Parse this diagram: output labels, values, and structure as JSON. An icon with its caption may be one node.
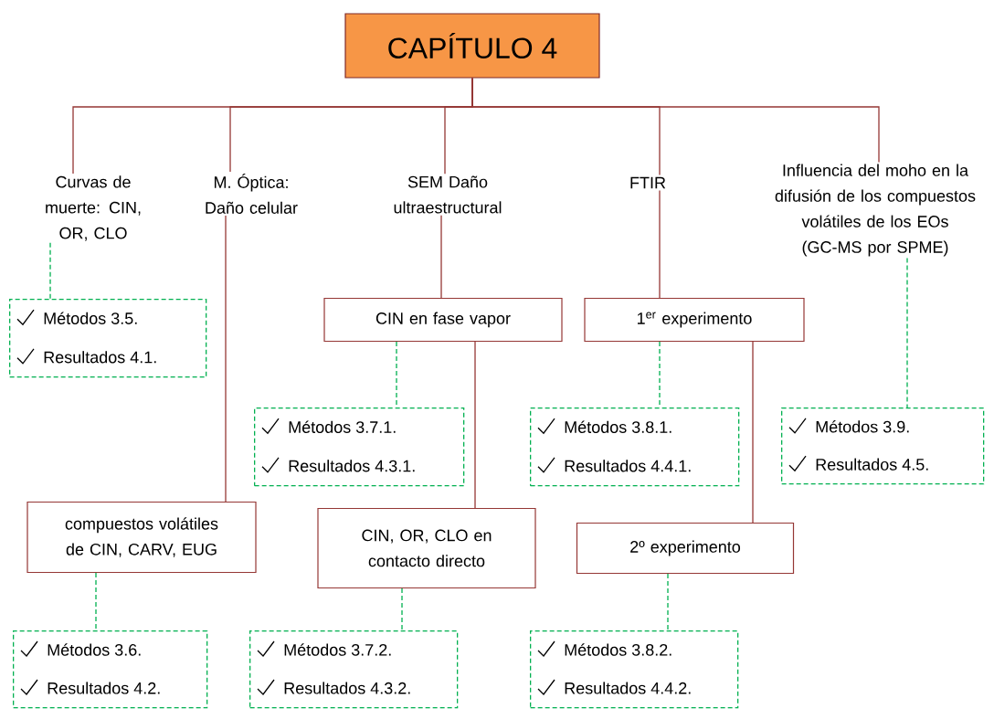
{
  "diagram": {
    "nodes": [
      {
        "text": [
          "CAPÍTULO 4"
        ]
      },
      {
        "text": [
          "Curvas de muerte: CIN, OR, CLO"
        ]
      },
      {
        "text": [
          "M. Óptica: Daño celular"
        ]
      },
      {
        "text": [
          "SEM Daño ultraestructural"
        ]
      },
      {
        "text": [
          "FTIR"
        ]
      },
      {
        "text": [
          "Influencia del moho en la difusión de los compuestos volátiles de los EOs (GC-MS por SPME)"
        ]
      },
      {
        "text": [
          "Métodos 3.5.",
          "Resultados 4.1."
        ]
      },
      {
        "text": [
          "CIN en fase vapor"
        ]
      },
      {
        "text": [
          "1$^{er}$ experimento"
        ]
      },
      {
        "text": [
          "Métodos 3.7.1.",
          "Resultados 4.3.1."
        ]
      },
      {
        "text": [
          "Métodos 3.8.1.",
          "Resultados 4.4.1."
        ]
      },
      {
        "text": [
          "Métodos 3.9.",
          "Resultados 4.5."
        ]
      },
      {
        "text": [
          "compuestos volátiles de CIN, CARV, EUG"
        ]
      },
      {
        "text": [
          "CIN, OR, CLO en contacto directo"
        ]
      },
      {
        "text": [
          "2º experimento"
        ]
      },
      {
        "text": [
          "Métodos 3.6.",
          "Resultados 4.2."
        ]
      },
      {
        "text": [
          "Métodos 3.7.2.",
          "Resultados 4.3.2."
        ]
      },
      {
        "text": [
          "Métodos 3.8.2.",
          "Resultados 4.4.2."
        ]
      }
    ],
    "edges": [
      {
        "from": 0,
        "to": 1,
        "arrow": "none"
      },
      {
        "from": 0,
        "to": 2,
        "arrow": "none"
      },
      {
        "from": 0,
        "to": 3,
        "arrow": "none"
      },
      {
        "from": 0,
        "to": 4,
        "arrow": "none"
      },
      {
        "from": 0,
        "to": 5,
        "arrow": "none"
      },
      {
        "from": 1,
        "to": 6,
        "arrow": "none",
        "style": "dashed",
        "color": "#00b050"
      },
      {
        "from": 2,
        "to": 12,
        "arrow": "none"
      },
      {
        "from": 3,
        "to": 7,
        "arrow": "none"
      },
      {
        "from": 4,
        "to": 8,
        "arrow": "none"
      },
      {
        "from": 5,
        "to": 11,
        "arrow": "none",
        "style": "dashed",
        "color": "#00b050"
      },
      {
        "from": 7,
        "to": 9,
        "arrow": "none",
        "style": "dashed",
        "color": "#00b050"
      },
      {
        "from": 7,
        "to": 13,
        "arrow": "none"
      },
      {
        "from": 8,
        "to": 10,
        "arrow": "none",
        "style": "dashed",
        "color": "#00b050"
      },
      {
        "from": 8,
        "to": 14,
        "arrow": "none"
      },
      {
        "from": 12,
        "to": 15,
        "arrow": "none",
        "style": "dashed",
        "color": "#00b050"
      },
      {
        "from": 13,
        "to": 16,
        "arrow": "none",
        "style": "dashed",
        "color": "#00b050"
      },
      {
        "from": 14,
        "to": 17,
        "arrow": "none",
        "style": "dashed",
        "color": "#00b050"
      }
    ]
  }
}
